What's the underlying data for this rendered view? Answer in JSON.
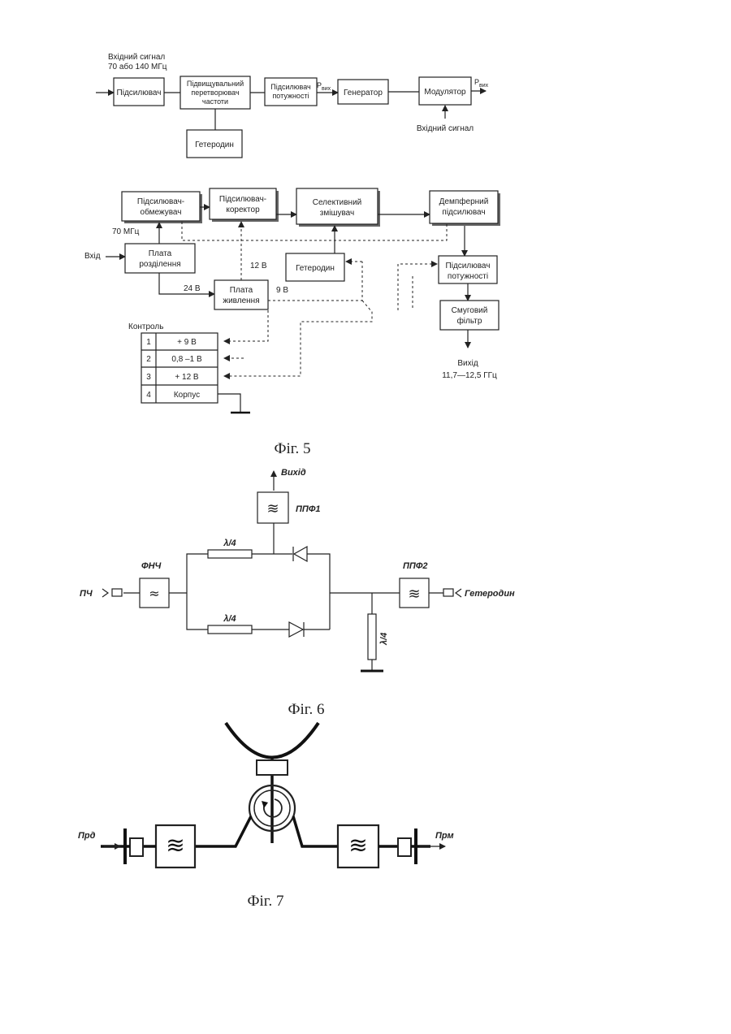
{
  "fig5": {
    "top": {
      "input_label_1": "Вхідний сигнал",
      "input_label_2": "70 або 140 МГц",
      "amp": "Підсилювач",
      "upconv_1": "Підвищувальний",
      "upconv_2": "перетворювач",
      "upconv_3": "частоти",
      "pamp_1": "Підсилювач",
      "pamp_2": "потужності",
      "pout_1": "P",
      "pout_1_sub": "вих",
      "gen": "Генератор",
      "mod": "Модулятор",
      "pout_2": "P",
      "pout_2_sub": "вих",
      "lo": "Гетеродин",
      "mod_input": "Вхідний сигнал"
    },
    "bottom": {
      "limamp_1": "Підсилювач-",
      "limamp_2": "обмежувач",
      "corramp_1": "Підсилювач-",
      "corramp_2": "коректор",
      "selmix_1": "Селективний",
      "selmix_2": "змішувач",
      "dampamp_1": "Демпферний",
      "dampamp_2": "підсилювач",
      "mhz": "70 МГц",
      "input": "Вхід",
      "split_1": "Плата",
      "split_2": "розділення",
      "v12": "12 В",
      "lo": "Гетеродин",
      "pamp_1": "Підсилювач",
      "pamp_2": "потужності",
      "v24": "24 В",
      "power_1": "Плата",
      "power_2": "живлення",
      "v9": "9 В",
      "bpf_1": "Смуговий",
      "bpf_2": "фільтр",
      "control": "Контроль",
      "table": [
        {
          "n": "1",
          "v": "+ 9 В"
        },
        {
          "n": "2",
          "v": "0,8 –1 В"
        },
        {
          "n": "3",
          "v": "+ 12 В"
        },
        {
          "n": "4",
          "v": "Корпус"
        }
      ],
      "output_1": "Вихід",
      "output_2": "11,7—12,5 ГГц"
    },
    "caption": "Фіг. 5"
  },
  "fig6": {
    "output": "Вихід",
    "bpf1": "ППФ1",
    "lambda": "λ/4",
    "lpf": "ФНЧ",
    "if": "ПЧ",
    "bpf2": "ППФ2",
    "lo": "Гетеродин",
    "caption": "Фіг. 6"
  },
  "fig7": {
    "tx": "Прд",
    "rx": "Прм",
    "caption": "Фіг. 7"
  }
}
